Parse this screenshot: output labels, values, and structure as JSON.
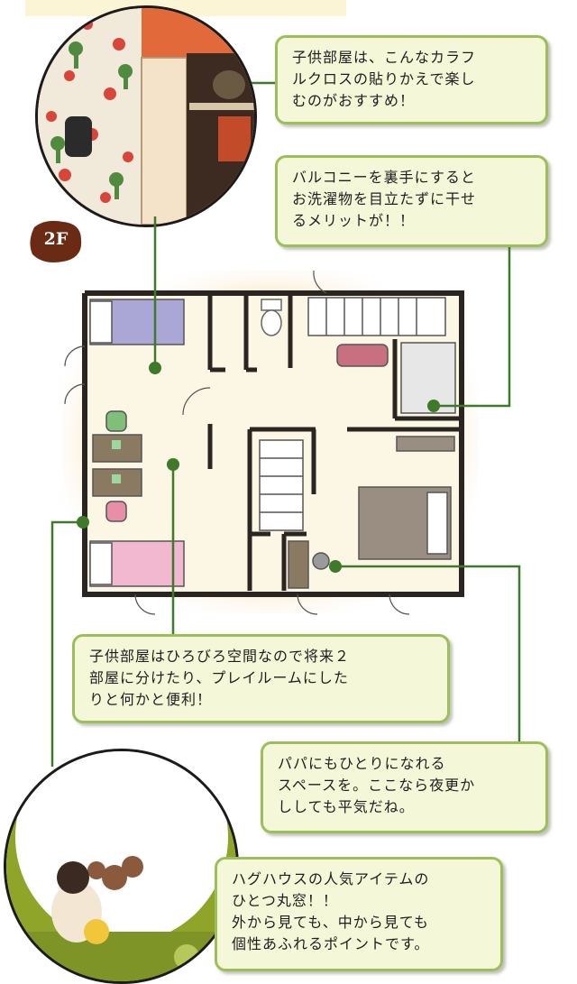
{
  "floor_label": "2F",
  "callouts": {
    "kids_wallpaper": {
      "line1": "子供部屋は、こんなカラフ",
      "line2": "ルクロスの貼りかえで楽し",
      "line3": "むのがおすすめ！"
    },
    "balcony": {
      "line1": "バルコニーを裏手にすると",
      "line2": "お洗濯物を目立たずに干せ",
      "line3": "るメリットが！！"
    },
    "kids_room": {
      "line1": "子供部屋はひろびろ空間なので将来２",
      "line2": "部屋に分けたり、プレイルームにした",
      "line3": "りと何かと便利！"
    },
    "papa_space": {
      "line1": "パパにもひとりになれる",
      "line2": "スペースを。ここなら夜更か",
      "line3": "ししても平気だね。"
    },
    "round_window": {
      "line1": "ハグハウスの人気アイテムの",
      "line2": "ひとつ丸窓！！",
      "line3": "外から見ても、中から見ても",
      "line4": "個性あふれるポイントです。"
    }
  },
  "colors": {
    "callout_border": "#9cbf5a",
    "callout_fill": "#f4f7d8",
    "leader_line": "#3f7a2a",
    "badge": "#6b2a14",
    "wall": "#2a2520",
    "floor": "#fbf7e4",
    "bed_purple": "#aaa6d6",
    "bed_pink": "#f2b8d0",
    "double_bed": "#9a8e82",
    "chair_green": "#7fbf7a",
    "chair_pink": "#e88ea6",
    "sofa": "#c87080"
  },
  "icons": [
    "round-photo-wallpaper",
    "round-photo-window",
    "floor-badge"
  ]
}
